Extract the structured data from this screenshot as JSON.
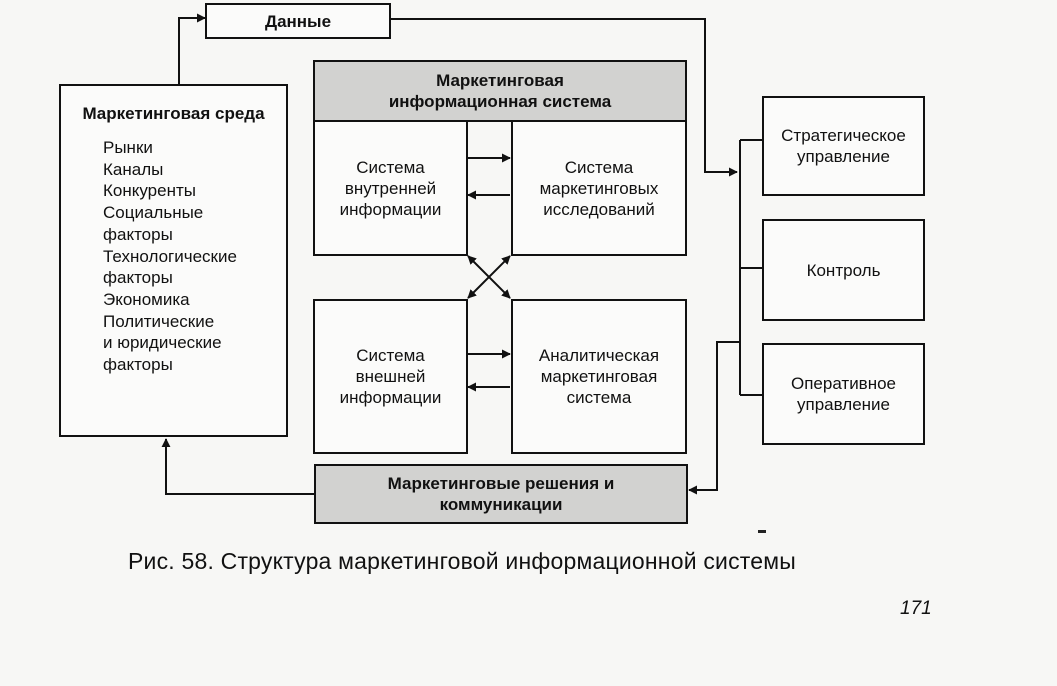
{
  "data_box": {
    "label": "Данные"
  },
  "environment": {
    "title": "Маркетинговая среда",
    "items": [
      "Рынки",
      "Каналы",
      "Конкуренты",
      "Социальные",
      "факторы",
      "Технологические",
      "факторы",
      "Экономика",
      "Политические",
      "и юридические",
      "факторы"
    ]
  },
  "mis": {
    "title": "Маркетинговая информационная система",
    "internal": "Система внутренней информации",
    "research": "Система маркетинговых исследований",
    "external": "Система внешней информации",
    "analytic": "Аналитическая маркетинговая система"
  },
  "management": {
    "strategic": "Стратегическое управление",
    "control": "Контроль",
    "operational": "Оперативное управление"
  },
  "decisions": {
    "label": "Маркетинговые решения и коммуникации"
  },
  "caption": "Рис. 58. Структура маркетинговой информационной системы",
  "page_number": "171",
  "colors": {
    "line": "#111111",
    "shaded_fill": "#d2d2d0",
    "background": "#f7f7f5"
  }
}
